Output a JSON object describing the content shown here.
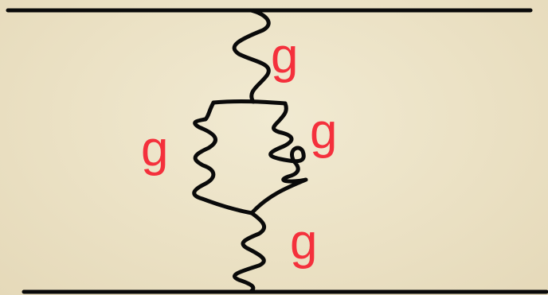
{
  "diagram": {
    "labels": {
      "top": "g",
      "left": "g",
      "right": "g",
      "bottom": "g"
    },
    "colors": {
      "background": "#ede4c8",
      "line": "#0a0a0a",
      "label": "#f4303c"
    }
  }
}
